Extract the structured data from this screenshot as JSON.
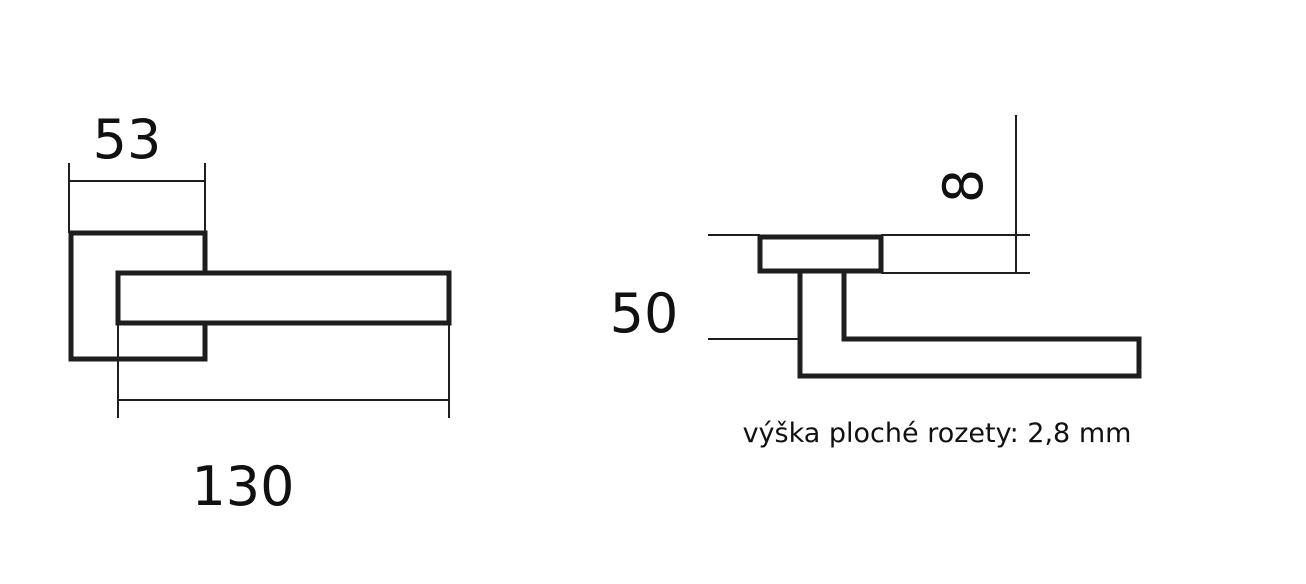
{
  "front_view": {
    "width_label": "53",
    "length_label": "130"
  },
  "side_view": {
    "height_label": "50",
    "thickness_label": "8",
    "note": "výška ploché rozety: 2,8 mm"
  },
  "colors": {
    "ink": "#1e1e1e",
    "background": "#ffffff"
  }
}
